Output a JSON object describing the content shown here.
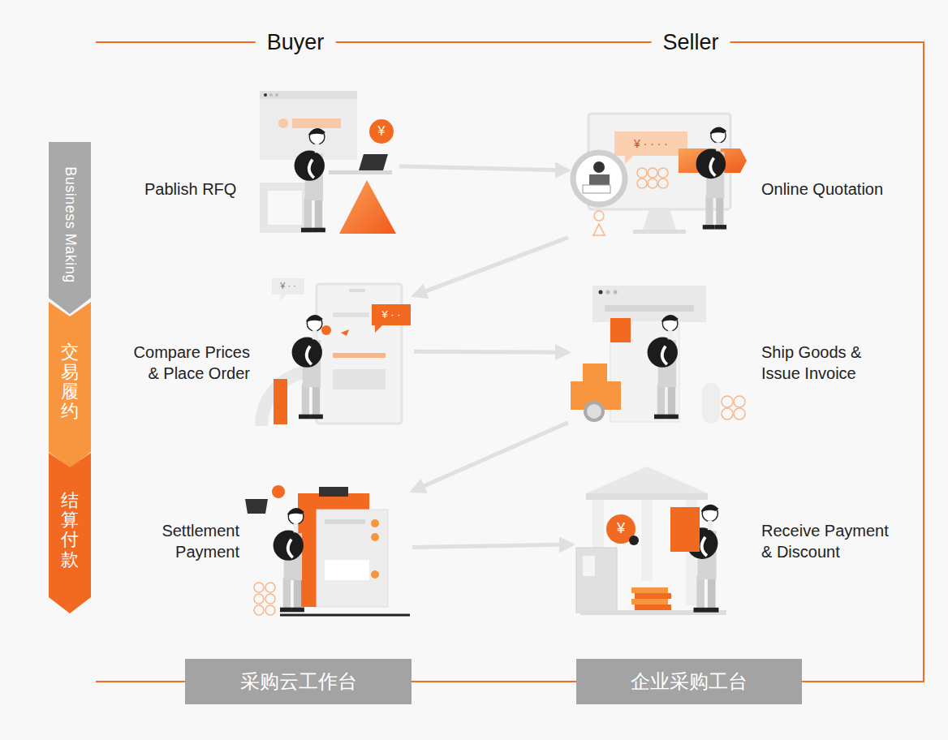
{
  "diagram": {
    "nodes": [
      {
        "text": [
          "Business Making"
        ]
      },
      {
        "text": [
          "交易履约"
        ]
      },
      {
        "text": [
          "结算付款"
        ]
      },
      {
        "text": [
          "Pablish RFQ"
        ]
      },
      {
        "text": [
          "Online Quotation"
        ]
      },
      {
        "text": [
          "Compare Prices & Place Order"
        ]
      },
      {
        "text": [
          "Ship Goods & Issue Invoice"
        ]
      },
      {
        "text": [
          "Settlement Payment"
        ]
      },
      {
        "text": [
          "Receive Payment & Discount"
        ]
      },
      {
        "text": [
          "采购云工作台"
        ]
      },
      {
        "text": [
          "企业采购工台"
        ]
      }
    ],
    "edges": [
      {
        "from": 3,
        "to": 4,
        "arrow": "to"
      },
      {
        "from": 4,
        "to": 5,
        "arrow": "to"
      },
      {
        "from": 5,
        "to": 6,
        "arrow": "to"
      },
      {
        "from": 6,
        "to": 7,
        "arrow": "to"
      },
      {
        "from": 7,
        "to": 8,
        "arrow": "to"
      }
    ],
    "labels": [
      "Buyer",
      "Seller",
      "¥",
      "¥ · · · ·",
      "¥ · ·",
      "¥ · ·",
      "¥"
    ]
  }
}
